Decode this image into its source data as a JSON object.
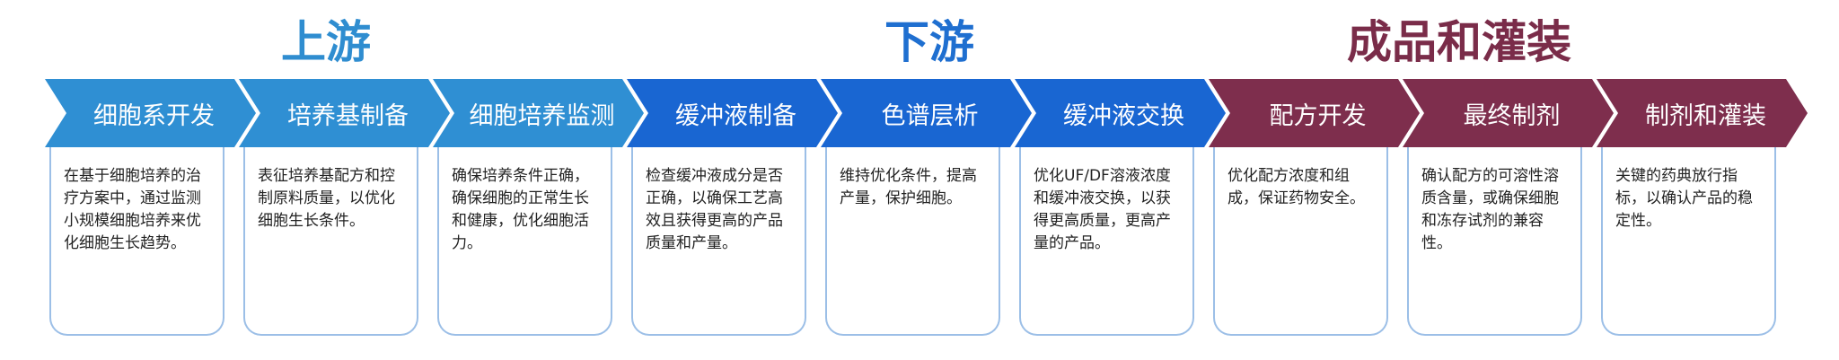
{
  "colors": {
    "upstream_title": "#2f8dd0",
    "downstream_title": "#1f6fd0",
    "final_title": "#7a2c49",
    "upstream_arrow": "#2f8fd3",
    "downstream_arrow": "#1966d2",
    "final_arrow": "#7e2e4d",
    "card_border": "#9cbfe7"
  },
  "sections": [
    {
      "title": "上游",
      "color": "#2f8dd0"
    },
    {
      "title": "下游",
      "color": "#1f6fd0"
    },
    {
      "title": "成品和灌装",
      "color": "#7a2c49"
    }
  ],
  "stages": [
    {
      "label": "细胞系开发",
      "section": "上游",
      "description": "在基于细胞培养的治疗方案中，通过监测小规模细胞培养来优化细胞生长趋势。"
    },
    {
      "label": "培养基制备",
      "section": "上游",
      "description": "表征培养基配方和控制原料质量，以优化细胞生长条件。"
    },
    {
      "label": "细胞培养监测",
      "section": "上游",
      "description": "确保培养条件正确，确保细胞的正常生长和健康，优化细胞活力。"
    },
    {
      "label": "缓冲液制备",
      "section": "下游",
      "description": "检查缓冲液成分是否正确，以确保工艺高效且获得更高的产品质量和产量。"
    },
    {
      "label": "色谱层析",
      "section": "下游",
      "description": "维持优化条件，提高产量，保护细胞。"
    },
    {
      "label": "缓冲液交换",
      "section": "下游",
      "description": "优化UF/DF溶液浓度和缓冲液交换，以获得更高质量，更高产量的产品。"
    },
    {
      "label": "配方开发",
      "section": "成品和灌装",
      "description": "优化配方浓度和组成，保证药物安全。"
    },
    {
      "label": "最终制剂",
      "section": "成品和灌装",
      "description": "确认配方的可溶性溶质含量，或确保细胞和冻存试剂的兼容性。"
    },
    {
      "label": "制剂和灌装",
      "section": "成品和灌装",
      "description": "关键的药典放行指标，以确认产品的稳定性。"
    }
  ]
}
